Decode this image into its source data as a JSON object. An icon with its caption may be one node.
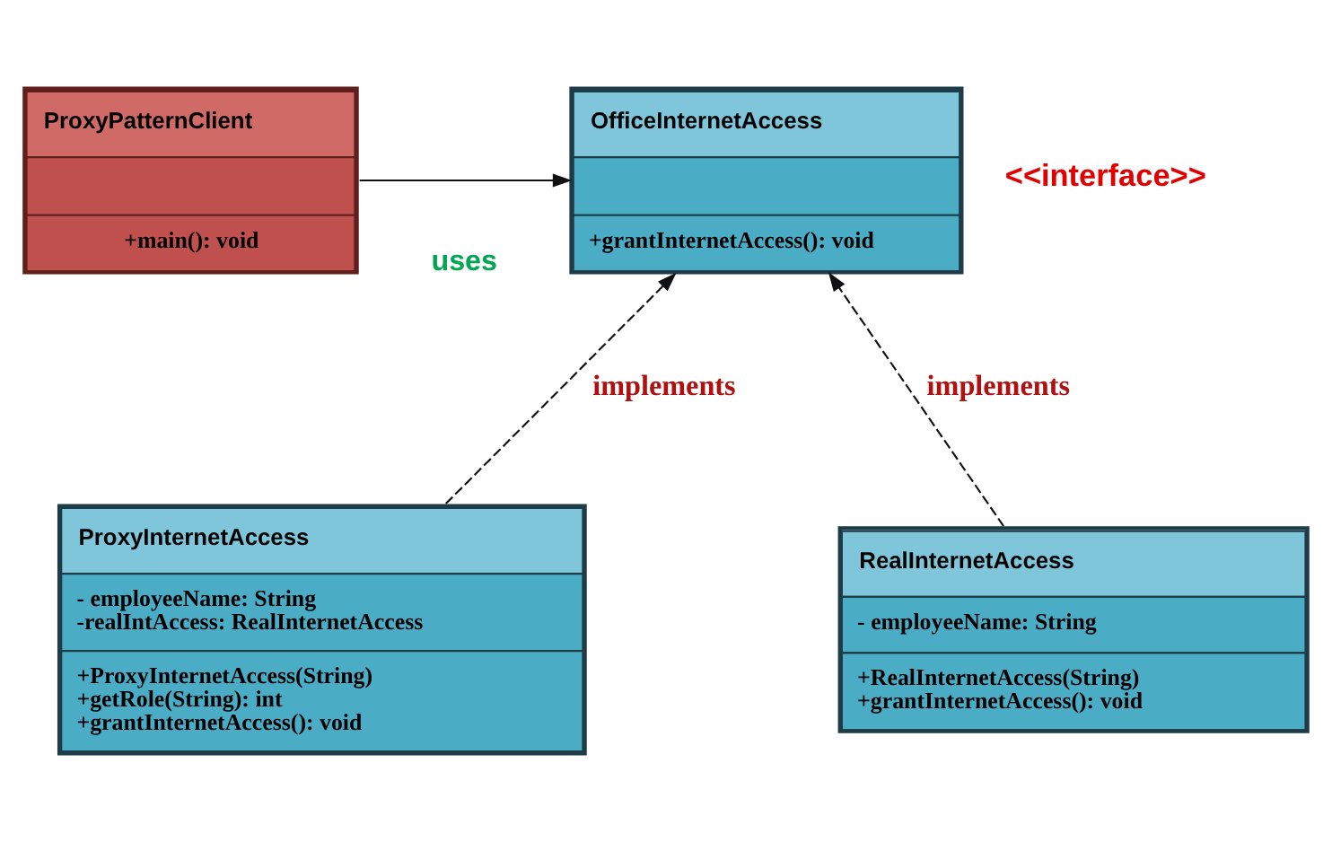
{
  "diagram": {
    "nodes": [
      {
        "text": [
          "ProxyPatternClient",
          "+main(): void"
        ]
      },
      {
        "text": [
          "OfficeInternetAccess",
          "+grantInternetAccess(): void"
        ],
        "beside": [
          "<<interface>>"
        ]
      },
      {
        "text": [
          "ProxyInternetAccess",
          "- employeeName: String -realIntAccess: RealInternetAccess",
          "+ProxyInternetAccess(String) +getRole(String): int +grantInternetAccess(): void"
        ]
      },
      {
        "text": [
          "RealInternetAccess",
          "- employeeName: String",
          "+RealInternetAccess(String) +grantInternetAccess(): void"
        ]
      }
    ],
    "edges": [
      {
        "from": 0,
        "to": 1,
        "arrow": "to",
        "label": "uses"
      },
      {
        "from": 2,
        "to": 1,
        "arrow": "to",
        "label": "implements",
        "style": "dashed"
      },
      {
        "from": 3,
        "to": 1,
        "arrow": "to",
        "label": "implements",
        "style": "dashed"
      }
    ]
  }
}
